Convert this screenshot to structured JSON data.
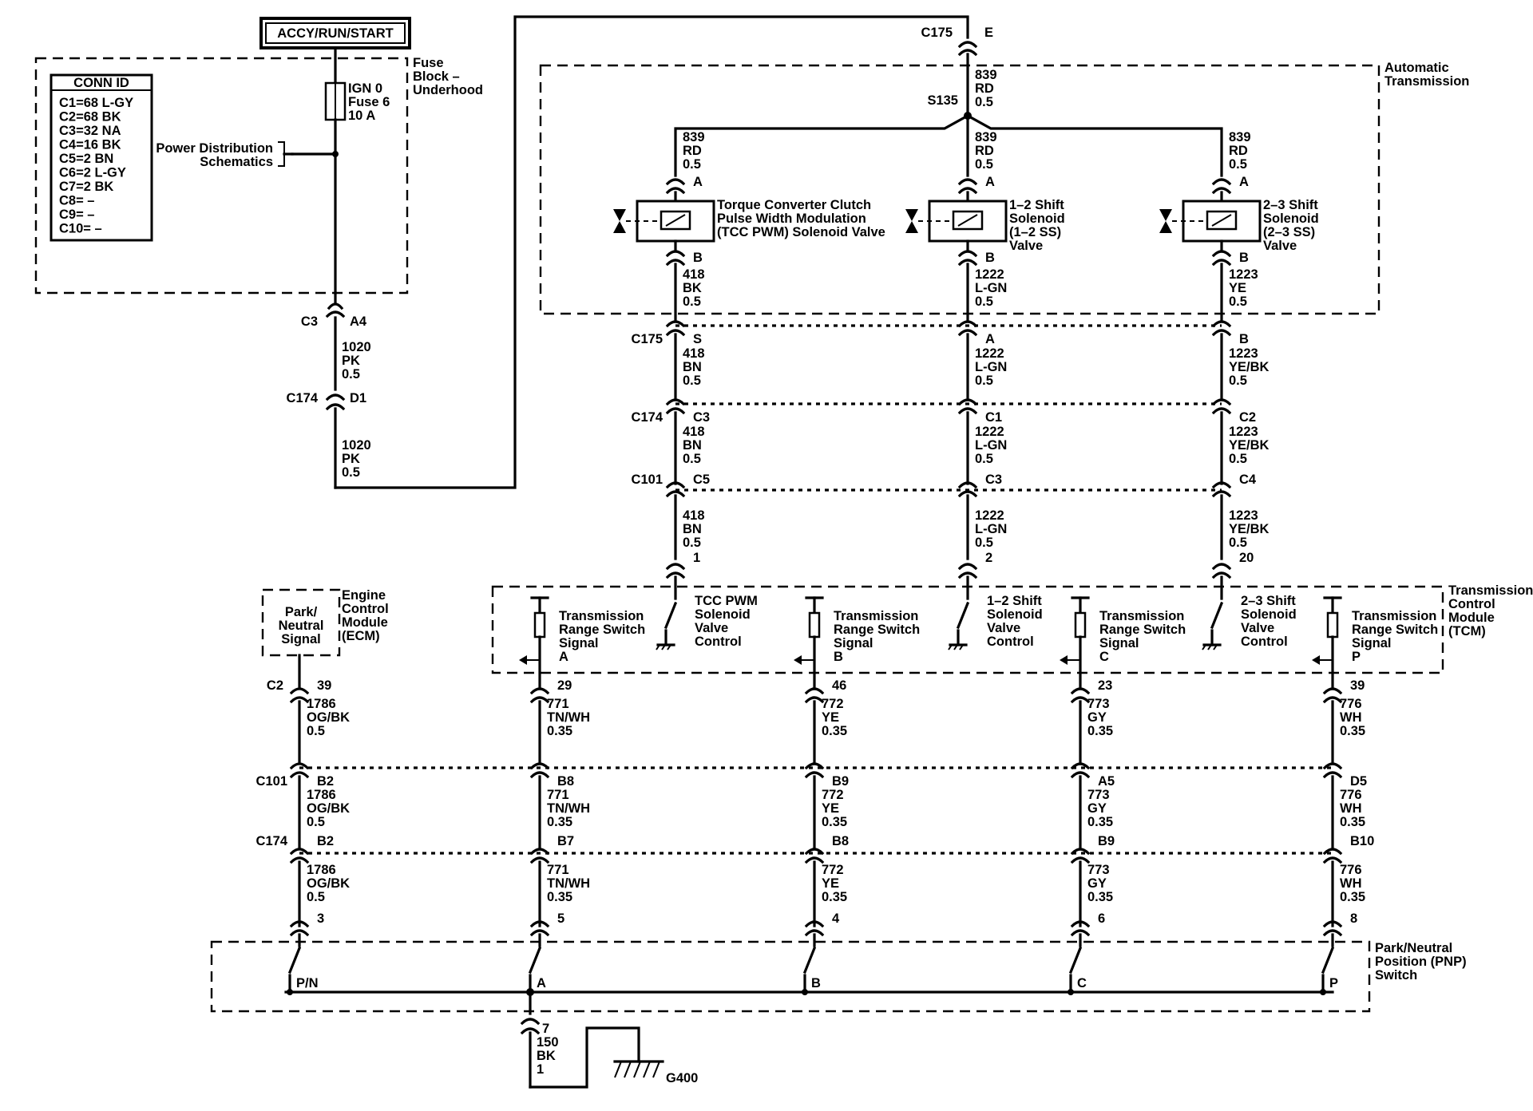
{
  "ignition": {
    "label": "ACCY/RUN/START"
  },
  "fuse_block": {
    "name": "Fuse Block – Underhood",
    "fuse_label": [
      "IGN 0",
      "Fuse 6",
      "10 A"
    ],
    "conn_id_title": "CONN ID",
    "conn_ids": [
      "C1=68 L-GY",
      "C2=68 BK",
      "C3=32 NA",
      "C4=16 BK",
      "C5=2 BN",
      "C6=2 L-GY",
      "C7=2 BK",
      "C8= –",
      "C9= –",
      "C10= –"
    ],
    "power_ref": "Power Distribution Schematics"
  },
  "feed_wire": {
    "c3": "C3",
    "c3_pin": "A4",
    "c174": "C174",
    "c174_pin": "D1",
    "seg1": [
      "1020",
      "PK",
      "0.5"
    ],
    "seg2": [
      "1020",
      "PK",
      "0.5"
    ]
  },
  "c175_top": {
    "connector": "C175",
    "pin": "E"
  },
  "splice": {
    "name": "S135",
    "wire": [
      "839",
      "RD",
      "0.5"
    ]
  },
  "automatic_transmission": {
    "name": "Automatic Transmission"
  },
  "solenoids": [
    {
      "name": "Torque Converter Clutch Pulse Width Modulation (TCC PWM) Solenoid Valve",
      "feed": [
        "839",
        "RD",
        "0.5"
      ],
      "pin_a": "A",
      "pin_b": "B",
      "out": [
        "418",
        "BK",
        "0.5"
      ],
      "c175_pin": "S",
      "seg1": [
        "418",
        "BN",
        "0.5"
      ],
      "c174_pin": "C3",
      "seg2": [
        "418",
        "BN",
        "0.5"
      ],
      "c101_pin": "C5",
      "seg3": [
        "418",
        "BN",
        "0.5"
      ],
      "tcm_pin": "1",
      "control": [
        "TCC PWM",
        "Solenoid",
        "Valve",
        "Control"
      ]
    },
    {
      "name": "1–2 Shift Solenoid (1–2 SS) Valve",
      "feed": [
        "839",
        "RD",
        "0.5"
      ],
      "pin_a": "A",
      "pin_b": "B",
      "out": [
        "1222",
        "L-GN",
        "0.5"
      ],
      "c175_pin": "A",
      "seg1": [
        "1222",
        "L-GN",
        "0.5"
      ],
      "c174_pin": "C1",
      "seg2": [
        "1222",
        "L-GN",
        "0.5"
      ],
      "c101_pin": "C3",
      "seg3": [
        "1222",
        "L-GN",
        "0.5"
      ],
      "tcm_pin": "2",
      "control": [
        "1–2 Shift",
        "Solenoid",
        "Valve",
        "Control"
      ]
    },
    {
      "name": "2–3 Shift Solenoid (2–3 SS) Valve",
      "feed": [
        "839",
        "RD",
        "0.5"
      ],
      "pin_a": "A",
      "pin_b": "B",
      "out": [
        "1223",
        "YE",
        "0.5"
      ],
      "c175_pin": "B",
      "seg1": [
        "1223",
        "YE/BK",
        "0.5"
      ],
      "c174_pin": "C2",
      "seg2": [
        "1223",
        "YE/BK",
        "0.5"
      ],
      "c101_pin": "C4",
      "seg3": [
        "1223",
        "YE/BK",
        "0.5"
      ],
      "tcm_pin": "20",
      "control": [
        "2–3 Shift",
        "Solenoid",
        "Valve",
        "Control"
      ]
    }
  ],
  "connectors": {
    "c175": "C175",
    "c174": "C174",
    "c101": "C101",
    "c2": "C2"
  },
  "ecm": {
    "name": "Engine Control Module (ECM)",
    "signal": "Park/ Neutral Signal",
    "pin": "39",
    "seg1": [
      "1786",
      "OG/BK",
      "0.5"
    ],
    "c101_pin": "B2",
    "seg2": [
      "1786",
      "OG/BK",
      "0.5"
    ],
    "c174_pin": "B2",
    "seg3": [
      "1786",
      "OG/BK",
      "0.5"
    ],
    "pnp_pin": "3",
    "contact": "P/N"
  },
  "tcm": {
    "name": "Transmission Control Module (TCM)"
  },
  "range_signals": [
    {
      "label": "Transmission Range Switch Signal",
      "letter": "A",
      "tcm_pin": "29",
      "seg1": [
        "771",
        "TN/WH",
        "0.35"
      ],
      "c101_pin": "B8",
      "seg2": [
        "771",
        "TN/WH",
        "0.35"
      ],
      "c174_pin": "B7",
      "seg3": [
        "771",
        "TN/WH",
        "0.35"
      ],
      "pnp_pin": "5",
      "contact": "A"
    },
    {
      "label": "Transmission Range Switch Signal",
      "letter": "B",
      "tcm_pin": "46",
      "seg1": [
        "772",
        "YE",
        "0.35"
      ],
      "c101_pin": "B9",
      "seg2": [
        "772",
        "YE",
        "0.35"
      ],
      "c174_pin": "B8",
      "seg3": [
        "772",
        "YE",
        "0.35"
      ],
      "pnp_pin": "4",
      "contact": "B"
    },
    {
      "label": "Transmission Range Switch Signal",
      "letter": "C",
      "tcm_pin": "23",
      "seg1": [
        "773",
        "GY",
        "0.35"
      ],
      "c101_pin": "A5",
      "seg2": [
        "773",
        "GY",
        "0.35"
      ],
      "c174_pin": "B9",
      "seg3": [
        "773",
        "GY",
        "0.35"
      ],
      "pnp_pin": "6",
      "contact": "C"
    },
    {
      "label": "Transmission Range Switch Signal",
      "letter": "P",
      "tcm_pin": "39",
      "seg1": [
        "776",
        "WH",
        "0.35"
      ],
      "c101_pin": "D5",
      "seg2": [
        "776",
        "WH",
        "0.35"
      ],
      "c174_pin": "B10",
      "seg3": [
        "776",
        "WH",
        "0.35"
      ],
      "pnp_pin": "8",
      "contact": "P"
    }
  ],
  "pnp_switch": {
    "name": "Park/Neutral Position (PNP) Switch"
  },
  "ground": {
    "pin": "7",
    "wire": [
      "150",
      "BK",
      "1"
    ],
    "name": "G400"
  }
}
